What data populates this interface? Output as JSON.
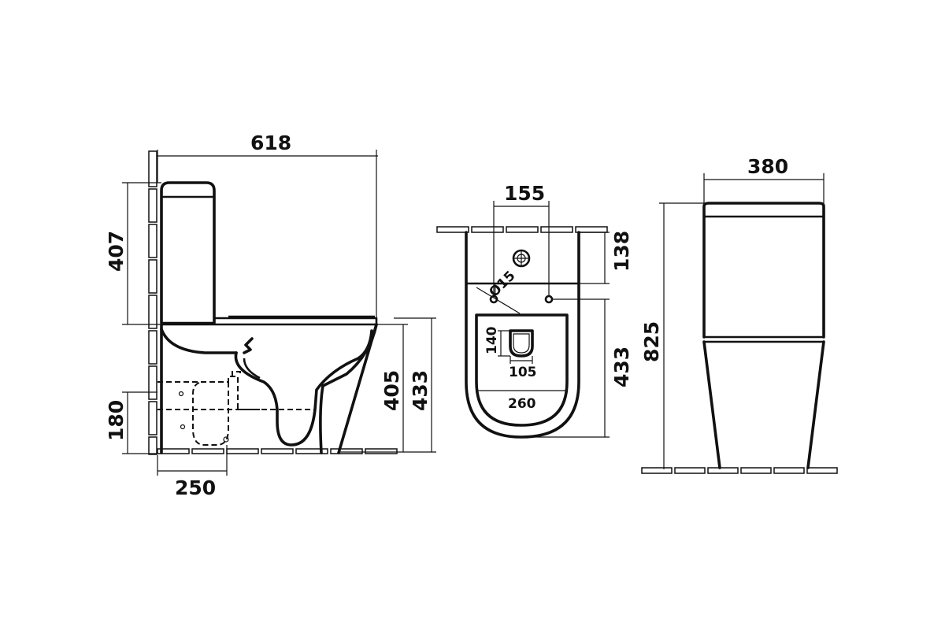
{
  "side_view": {
    "total_length": "618",
    "tank_height": "407",
    "drain_height": "180",
    "drain_offset": "250",
    "seat_height": "405",
    "bowl_height": "433"
  },
  "top_view": {
    "hole_spacing": "155",
    "tank_depth": "138",
    "hole_diameter": "Ø15",
    "bowl_length": "433",
    "opening_height": "140",
    "opening_width": "105",
    "bowl_width": "260"
  },
  "front_view": {
    "width": "380",
    "total_height": "825"
  }
}
